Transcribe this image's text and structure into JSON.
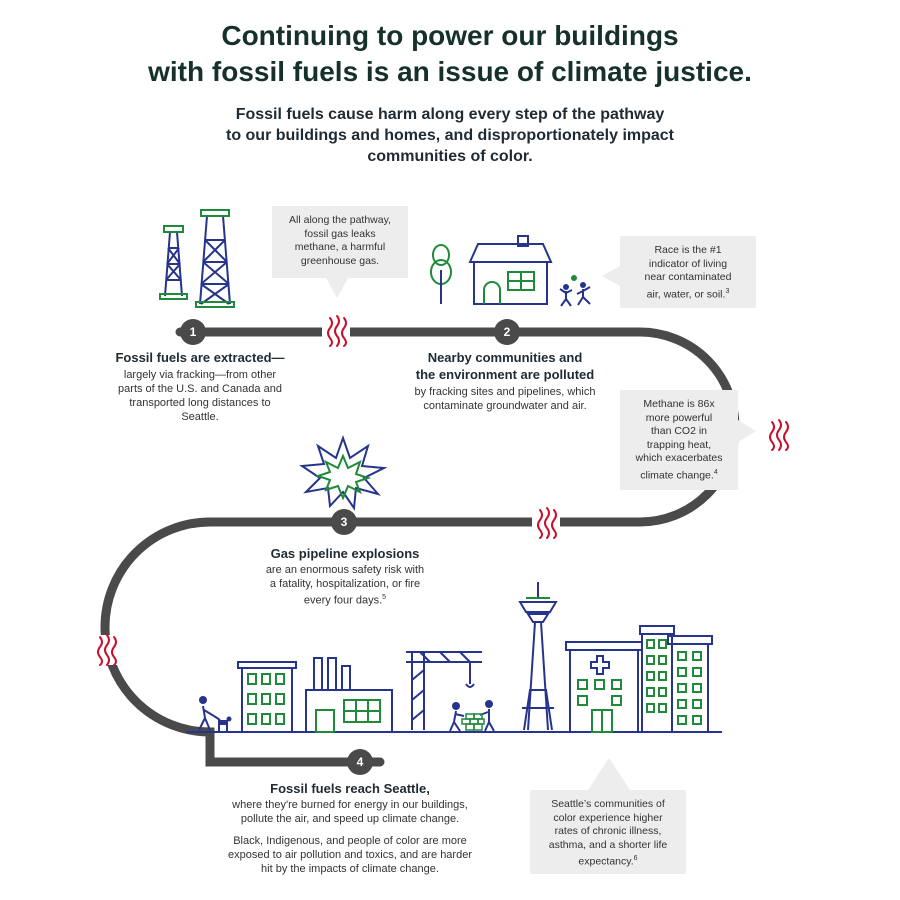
{
  "title": {
    "line1": "Continuing to power our buildings",
    "line2": "with fossil fuels is an issue of climate justice."
  },
  "subtitle": {
    "line1": "Fossil fuels cause harm along every step of the pathway",
    "line2": "to our buildings and homes, and disproportionately impact",
    "line3": "communities of color."
  },
  "steps": [
    {
      "number": "1",
      "title": "Fossil fuels are extracted—",
      "body_lines": [
        "largely via fracking—from other",
        "parts of the U.S. and Canada and",
        "transported long distances to",
        "Seattle."
      ]
    },
    {
      "number": "2",
      "title_lines": [
        "Nearby communities and",
        "the environment are polluted"
      ],
      "body_lines": [
        "by fracking sites and pipelines, which",
        "contaminate groundwater and air."
      ]
    },
    {
      "number": "3",
      "title": "Gas pipeline explosions",
      "body_lines": [
        "are an enormous safety risk with",
        "a fatality, hospitalization, or fire",
        "every four days."
      ],
      "body_sup": "5"
    },
    {
      "number": "4",
      "title": "Fossil fuels reach Seattle,",
      "body_lines": [
        "where they're burned for energy in our buildings,",
        "pollute the air, and speed up climate change."
      ],
      "body2_lines": [
        "Black, Indigenous, and people of color are more",
        "exposed to air pollution and toxics, and are harder",
        "hit by the impacts of climate change."
      ]
    }
  ],
  "callouts": {
    "methane_leak": [
      "All along the pathway,",
      "fossil gas leaks",
      "methane, a harmful",
      "greenhouse gas."
    ],
    "race": {
      "lines": [
        "Race is the #1",
        "indicator of living",
        "near contaminated",
        "air, water, or soil."
      ],
      "sup": "3"
    },
    "methane_power": {
      "lines": [
        "Methane is 86x",
        "more powerful",
        "than CO2 in",
        "trapping heat,",
        "which exacerbates",
        "climate change."
      ],
      "sup": "4"
    },
    "seattle_health": {
      "lines": [
        "Seattle’s communities of",
        "color experience higher",
        "rates of chronic illness,",
        "asthma, and a shorter life",
        "expectancy."
      ],
      "sup": "6"
    }
  },
  "colors": {
    "path": "#4a4a4a",
    "icon_blue": "#27348b",
    "icon_green": "#1e8a3a",
    "heat_red": "#c8102e",
    "callout_bg": "#ededed"
  },
  "icons": [
    "oil-derrick-icon",
    "house-icon",
    "tree-icon",
    "children-playing-icon",
    "explosion-icon",
    "heat-waves-icon",
    "person-walking-dog-icon",
    "apartment-building-icon",
    "factory-icon",
    "construction-crane-icon",
    "workers-icon",
    "space-needle-icon",
    "hospital-icon",
    "office-tower-icon"
  ]
}
